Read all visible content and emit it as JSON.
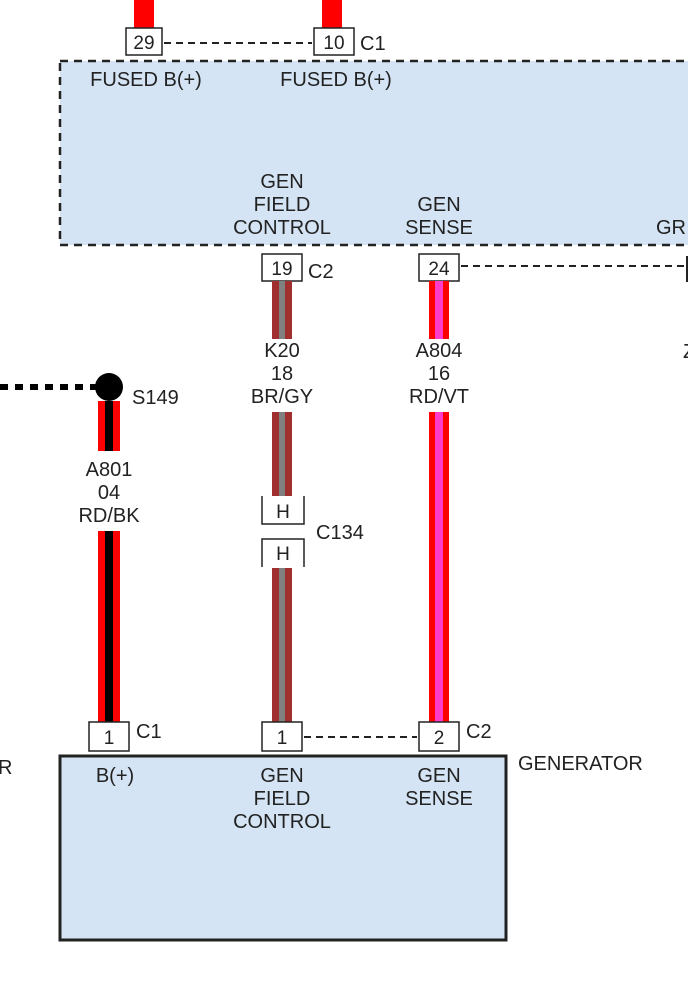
{
  "top_module": {
    "pins": [
      {
        "number": "29",
        "label": "FUSED B(+)"
      },
      {
        "number": "10",
        "label": "FUSED B(+)"
      }
    ],
    "connector_c1": "C1",
    "gen_field_control": [
      "GEN",
      "FIELD",
      "CONTROL"
    ],
    "gen_sense": [
      "GEN",
      "SENSE"
    ],
    "partial_label": "GR",
    "c2_pins": [
      {
        "number": "19"
      },
      {
        "number": "24"
      }
    ],
    "connector_c2": "C2",
    "partial_right_wire": "Z"
  },
  "wires": {
    "a801": {
      "circuit": "A801",
      "gauge": "04",
      "color": "RD/BK"
    },
    "k20": {
      "circuit": "K20",
      "gauge": "18",
      "color": "BR/GY"
    },
    "a804": {
      "circuit": "A804",
      "gauge": "16",
      "color": "RD/VT"
    }
  },
  "splice": {
    "label": "S149"
  },
  "inline_connector": {
    "label": "C134",
    "pin_top": "H",
    "pin_bottom": "H"
  },
  "generator": {
    "label": "GENERATOR",
    "pin_b": {
      "number": "1",
      "connector": "C1",
      "label": "B(+)"
    },
    "pin_field": {
      "number": "1",
      "label": [
        "GEN",
        "FIELD",
        "CONTROL"
      ]
    },
    "pin_sense": {
      "number": "2",
      "connector": "C2",
      "label": [
        "GEN",
        "SENSE"
      ]
    },
    "left_partial": "R"
  },
  "colors": {
    "module_fill": "#d4e4f4",
    "red": "#ff0000",
    "black": "#000000",
    "brown": "#a03030",
    "gray": "#808080",
    "violet": "#ff3cc8"
  }
}
